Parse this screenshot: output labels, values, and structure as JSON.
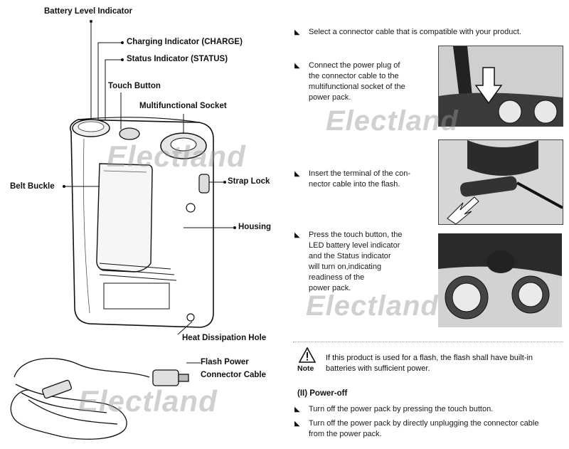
{
  "callouts": {
    "battery_level": "Battery Level Indicator",
    "charging": "Charging Indicator (CHARGE)",
    "status": "Status Indicator (STATUS)",
    "touch_button": "Touch Button",
    "socket": "Multifunctional Socket",
    "belt_buckle": "Belt Buckle",
    "strap_lock": "Strap Lock",
    "housing": "Housing",
    "heat_hole": "Heat Dissipation Hole",
    "flash_cable_line1": "Flash Power",
    "flash_cable_line2": "Connector Cable"
  },
  "watermark": "Electland",
  "steps": {
    "s1": "Select a connector cable that is compatible with your product.",
    "s2_l1": "Connect the power plug of",
    "s2_l2": "the connector cable to the",
    "s2_l3": "multifunctional socket of the",
    "s2_l4": "power pack.",
    "s3_l1": "Insert the terminal of the con-",
    "s3_l2": "nector cable into the flash.",
    "s4_l1": "Press the touch button,  the",
    "s4_l2": "LED battery level indicator",
    "s4_l3": "and the Status indicator",
    "s4_l4": "will turn on,indicating",
    "s4_l5": "readiness of the",
    "s4_l6": "power pack."
  },
  "note": {
    "label": "Note",
    "line1": "If this product is used for a flash, the flash shall have built-in",
    "line2": "batteries with sufficient power."
  },
  "power_off": {
    "title": "(II) Power-off",
    "item1": "Turn off the power pack by pressing the touch button.",
    "item2_l1": "Turn off the power pack by directly unplugging the connector cable",
    "item2_l2": "from the power pack."
  }
}
